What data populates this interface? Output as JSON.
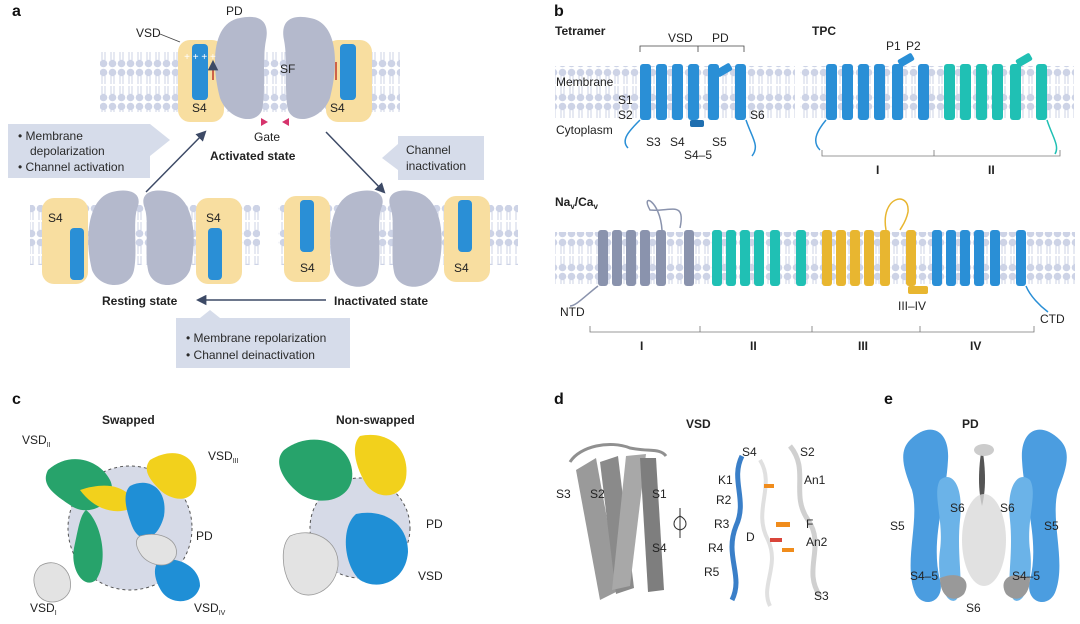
{
  "colors": {
    "blue": "#2a8fd6",
    "blue_dark": "#1f6fb0",
    "teal": "#20c0b4",
    "gold": "#e8b630",
    "slate": "#8a93ad",
    "vsd_yellow": "#f8dea0",
    "pore_gray": "#b4b9cc",
    "lipid": "#cdd3e6",
    "arrow": "#3d4a66",
    "callout_bg": "#d6dcea",
    "green": "#27a36b"
  },
  "panel_a": {
    "label": "a",
    "pd": "PD",
    "vsd": "VSD",
    "sf": "SF",
    "gate": "Gate",
    "s4": "S4",
    "activated": "Activated state",
    "resting": "Resting state",
    "inactivated": "Inactivated state",
    "callout_activation": [
      "• Membrane",
      "depolarization",
      "• Channel activation"
    ],
    "callout_inactivation": [
      "Channel",
      "inactivation"
    ],
    "callout_repolarization": [
      "• Membrane repolarization",
      "• Channel deinactivation"
    ]
  },
  "panel_b": {
    "label": "b",
    "tetramer": "Tetramer",
    "tpc": "TPC",
    "navcav_base1": "Na",
    "navcav_sub1": "v",
    "navcav_mid": "/Ca",
    "navcav_sub2": "v",
    "vsd": "VSD",
    "pd": "PD",
    "membrane": "Membrane",
    "cytoplasm": "Cytoplasm",
    "s1": "S1",
    "s2": "S2",
    "s3": "S3",
    "s4": "S4",
    "s45": "S4–5",
    "s5": "S5",
    "s6": "S6",
    "p1": "P1",
    "p2": "P2",
    "ntd": "NTD",
    "ctd": "CTD",
    "linker": "III–IV",
    "tpc_domains": [
      "I",
      "II"
    ],
    "navcav_domains": [
      "I",
      "II",
      "III",
      "IV"
    ]
  },
  "panel_c": {
    "label": "c",
    "swapped": "Swapped",
    "non_swapped": "Non-swapped",
    "vsd_ii": "VSD",
    "vsd_ii_sub": "II",
    "vsd_iii": "VSD",
    "vsd_iii_sub": "III",
    "vsd_i": "VSD",
    "vsd_i_sub": "I",
    "vsd_iv": "VSD",
    "vsd_iv_sub": "IV",
    "pd": "PD",
    "pd2": "PD",
    "vsd2": "VSD"
  },
  "panel_d": {
    "label": "d",
    "title": "VSD",
    "s3": "S3",
    "s2": "S2",
    "s1": "S1",
    "s4": "S4",
    "r_s4": "S4",
    "r_s2": "S2",
    "k1": "K1",
    "r2": "R2",
    "r3": "R3",
    "r4": "R4",
    "r5": "R5",
    "an1": "An1",
    "f": "F",
    "an2": "An2",
    "dd": "D",
    "r_s3": "S3"
  },
  "panel_e": {
    "label": "e",
    "title": "PD",
    "s5l": "S5",
    "s6l": "S6",
    "s6r": "S6",
    "s5r": "S5",
    "s45l": "S4–5",
    "s45r": "S4–5",
    "s6b": "S6"
  }
}
